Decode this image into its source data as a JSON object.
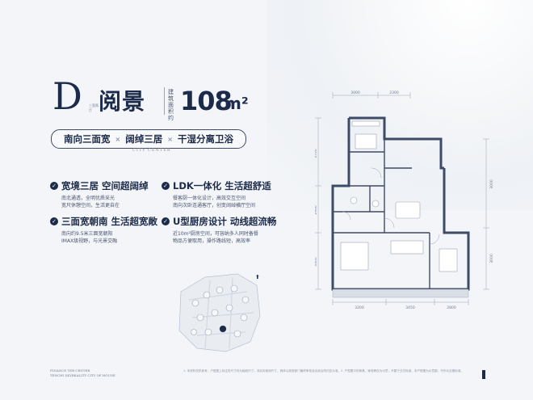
{
  "unit": {
    "letter": "D",
    "name": "阅景",
    "small_tag": "三室两厅",
    "area_label": "建筑面积约",
    "area_value": "108",
    "area_unit": "m²"
  },
  "tagline": {
    "items": [
      "南向三面宽",
      "阔绰三居",
      "干湿分离卫浴"
    ],
    "separator": "×"
  },
  "city_text": "CITY CENTER",
  "features": [
    {
      "title": "宽境三居 空间超阔绰",
      "lines": [
        "南北通透，全明优质采光",
        "宽尺休憩空间，生活更自在"
      ]
    },
    {
      "title": "LDK一体化 生活超舒适",
      "lines": [
        "餐客厨一体化设计，高效交互空间",
        "南向次卧连通客厅，创变阔绰横厅空间"
      ]
    },
    {
      "title": "三面宽朝南 生活超宽敞",
      "lines": [
        "南向约9.5米三面宽朝阳",
        "IMAX级视野，与光景交融"
      ]
    },
    {
      "title": "U型厨房设计 动线超流畅",
      "lines": [
        "近10m²厨房空间，可容纳多人同时备餐",
        "物品方便取用，操作路线短，高效率"
      ]
    }
  ],
  "floorplan": {
    "dims_top": [
      "3000",
      "2300"
    ],
    "dims_bottom": [
      "3200",
      "3450",
      "2800"
    ],
    "dims_left": [
      "3700",
      "2900",
      "3300"
    ],
    "dims_right": [
      "3000",
      "3000"
    ]
  },
  "footer": {
    "left_line1": "FINANCE TEB CENTER",
    "left_line2": "TENCHI SKYREALITY CITY OF HOUSE",
    "note": "1. 本资料仅供参考，户型图上标注的尺寸均为轴线尺寸，非实际使用尺寸，具体以政府部门最终审批及买卖合同约定为准。2. 户型图中的家具、家电等仅为示意，不属于交付标准，本户型图为示意图，不作为交楼标准。"
  },
  "colors": {
    "navy": "#1c2b4a",
    "line": "#3d4b66",
    "muted": "#4a5670"
  }
}
